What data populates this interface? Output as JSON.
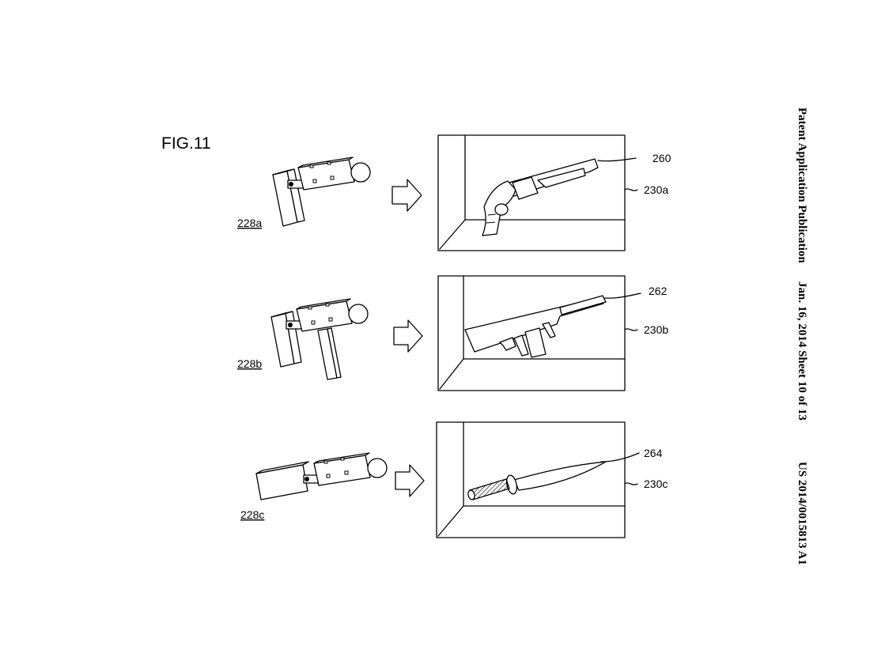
{
  "header": {
    "publication": "Patent Application Publication",
    "date_sheet": "Jan. 16, 2014  Sheet 10 of 13",
    "number": "US 2014/0015813 A1"
  },
  "figure": {
    "title": "FIG.11"
  },
  "rows": [
    {
      "device_label": "228a",
      "screen_label": "230a",
      "object_label": "260"
    },
    {
      "device_label": "228b",
      "screen_label": "230b",
      "object_label": "262"
    },
    {
      "device_label": "228c",
      "screen_label": "230c",
      "object_label": "264"
    }
  ]
}
